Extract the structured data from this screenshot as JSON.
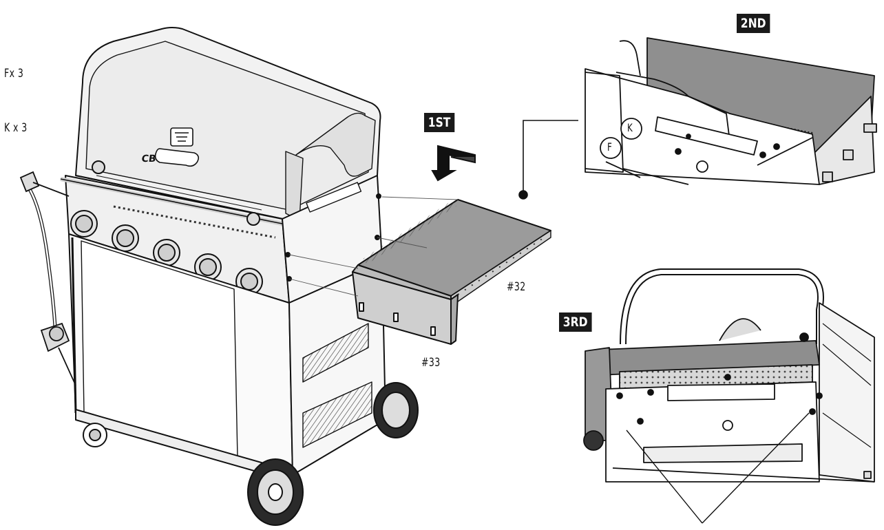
{
  "hardware": {
    "fx": "Fx  3",
    "kx": "K x 3"
  },
  "steps": {
    "first": "1ST",
    "second": "2ND",
    "third": "3RD"
  },
  "parts": {
    "shelf_a": "#32",
    "shelf_b": "#33"
  },
  "callouts": {
    "k": "K",
    "f": "F"
  },
  "logo": "CB"
}
